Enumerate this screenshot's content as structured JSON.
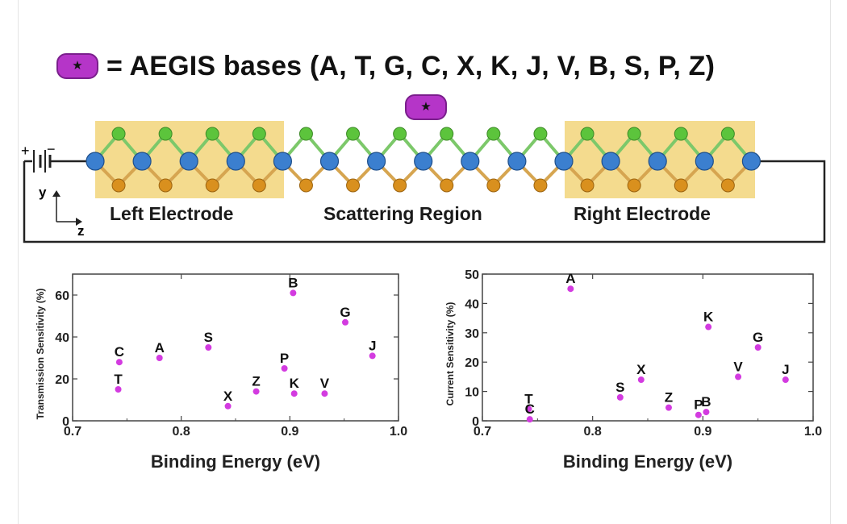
{
  "legend": {
    "symbol": "★",
    "text": "= AEGIS bases (A, T, G, C, X, K, J, V, B, S, P, Z)"
  },
  "device": {
    "regions": [
      "Left Electrode",
      "Scattering Region",
      "Right Electrode"
    ],
    "battery_plus": "+",
    "battery_minus": "−",
    "axis_y": "y",
    "axis_z": "z",
    "colors": {
      "electrode": "#f4db8e",
      "atom_blue": "#3b7fcf",
      "atom_green": "#5cc43c",
      "atom_orange": "#d9901e",
      "pill": "#b535c8"
    }
  },
  "chart_data": [
    {
      "type": "scatter",
      "xlabel": "Binding Energy (eV)",
      "ylabel": "Transmission Sensitivity (%)",
      "xlim": [
        0.7,
        1.0
      ],
      "ylim": [
        0,
        70
      ],
      "xticks": [
        "0.7",
        "0.8",
        "0.9",
        "1.0"
      ],
      "yticks": [
        "0",
        "20",
        "40",
        "60"
      ],
      "marker_color": "#d33be0",
      "points": [
        {
          "label": "C",
          "x": 0.743,
          "y": 28
        },
        {
          "label": "T",
          "x": 0.742,
          "y": 15
        },
        {
          "label": "A",
          "x": 0.78,
          "y": 30
        },
        {
          "label": "S",
          "x": 0.825,
          "y": 35
        },
        {
          "label": "X",
          "x": 0.843,
          "y": 7
        },
        {
          "label": "Z",
          "x": 0.869,
          "y": 14
        },
        {
          "label": "P",
          "x": 0.895,
          "y": 25
        },
        {
          "label": "B",
          "x": 0.903,
          "y": 61
        },
        {
          "label": "K",
          "x": 0.904,
          "y": 13
        },
        {
          "label": "V",
          "x": 0.932,
          "y": 13
        },
        {
          "label": "G",
          "x": 0.951,
          "y": 47
        },
        {
          "label": "J",
          "x": 0.976,
          "y": 31
        }
      ]
    },
    {
      "type": "scatter",
      "xlabel": "Binding Energy (eV)",
      "ylabel": "Current Sensitivity (%)",
      "xlim": [
        0.7,
        1.0
      ],
      "ylim": [
        0,
        50
      ],
      "xticks": [
        "0.7",
        "0.8",
        "0.9",
        "1.0"
      ],
      "yticks": [
        "0",
        "10",
        "20",
        "30",
        "40",
        "50"
      ],
      "marker_color": "#d33be0",
      "points": [
        {
          "label": "A",
          "x": 0.78,
          "y": 45
        },
        {
          "label": "T",
          "x": 0.742,
          "y": 4
        },
        {
          "label": "C",
          "x": 0.743,
          "y": 0.5
        },
        {
          "label": "S",
          "x": 0.825,
          "y": 8
        },
        {
          "label": "X",
          "x": 0.844,
          "y": 14
        },
        {
          "label": "Z",
          "x": 0.869,
          "y": 4.5
        },
        {
          "label": "P",
          "x": 0.896,
          "y": 2
        },
        {
          "label": "B",
          "x": 0.903,
          "y": 3
        },
        {
          "label": "K",
          "x": 0.905,
          "y": 32
        },
        {
          "label": "V",
          "x": 0.932,
          "y": 15
        },
        {
          "label": "G",
          "x": 0.95,
          "y": 25
        },
        {
          "label": "J",
          "x": 0.975,
          "y": 14
        }
      ]
    }
  ]
}
